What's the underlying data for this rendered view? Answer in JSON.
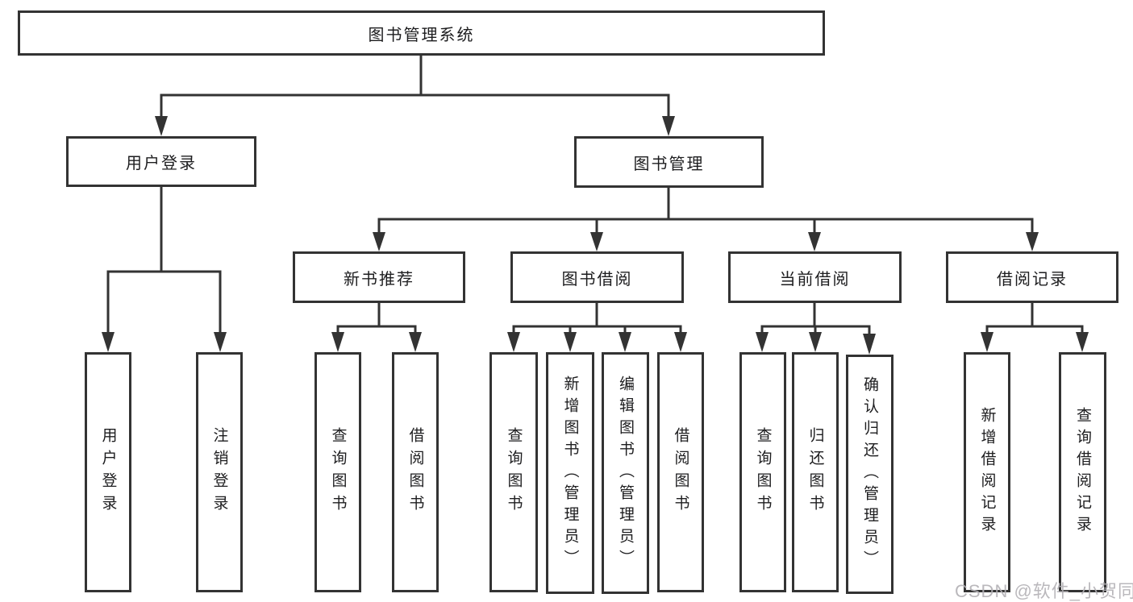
{
  "diagram": {
    "title": "图书管理系统",
    "colors": {
      "line": "#333333",
      "box_border": "#333333",
      "text": "#1d1d1f",
      "background": "#ffffff",
      "watermark": "#b2b0b5"
    },
    "tree": {
      "root": "图书管理系统",
      "branches": [
        {
          "label": "用户登录",
          "children": [
            "用户登录",
            "注销登录"
          ]
        },
        {
          "label": "图书管理",
          "sections": [
            {
              "label": "新书推荐",
              "children": [
                "查询图书",
                "借阅图书"
              ]
            },
            {
              "label": "图书借阅",
              "children": [
                "查询图书",
                "新增图书（管理员）",
                "编辑图书（管理员）",
                "借阅图书"
              ]
            },
            {
              "label": "当前借阅",
              "children": [
                "查询图书",
                "归还图书",
                "确认归还（管理员）"
              ]
            },
            {
              "label": "借阅记录",
              "children": [
                "新增借阅记录",
                "查询借阅记录"
              ]
            }
          ]
        }
      ]
    },
    "watermark": {
      "text": "CSDN @软件_小贺同学"
    }
  }
}
